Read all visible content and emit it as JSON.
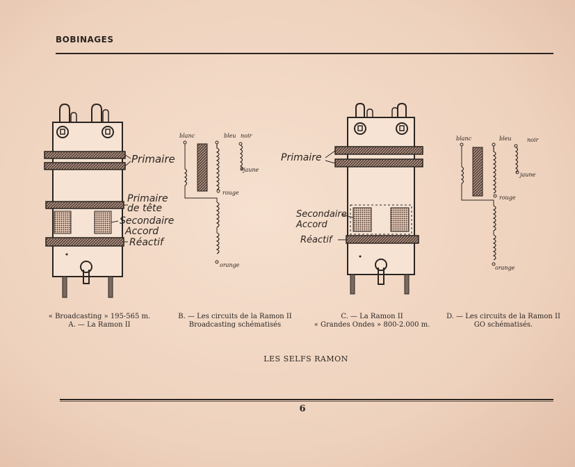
{
  "header": {
    "title": "BOBINAGES"
  },
  "figures": {
    "a": {
      "labels": {
        "primaire": "Primaire",
        "primaire_tete_1": "Primaire",
        "primaire_tete_2": "de tête",
        "secondaire": "Secondaire",
        "accord": "Accord",
        "reactif": "Réactif"
      },
      "caption_line1": "« Broadcasting » 195-565 m.",
      "caption_line2": "A. — La Ramon II"
    },
    "b": {
      "wires": {
        "blanc": "blanc",
        "bleu": "bleu",
        "noir": "noir",
        "jaune": "jaune",
        "rouge": "rouge",
        "orange": "orange"
      },
      "caption_line1": "B. — Les circuits de la Ramon II",
      "caption_line2": "Broadcasting schématisés"
    },
    "c": {
      "labels": {
        "primaire": "Primaire",
        "secondaire": "Secondaire",
        "accord": "Accord",
        "reactif": "Réactif"
      },
      "caption_line1": "C. — La Ramon II",
      "caption_line2": "« Grandes Ondes » 800-2.000 m."
    },
    "d": {
      "wires": {
        "blanc": "blanc",
        "bleu": "bleu",
        "noir": "noir",
        "jaune": "jaune",
        "rouge": "rouge",
        "orange": "orange"
      },
      "caption_line1": "D. — Les circuits de la Ramon II",
      "caption_line2": "GO schématisés."
    }
  },
  "figure_title": "LES SELFS RAMON",
  "page_number": "6"
}
